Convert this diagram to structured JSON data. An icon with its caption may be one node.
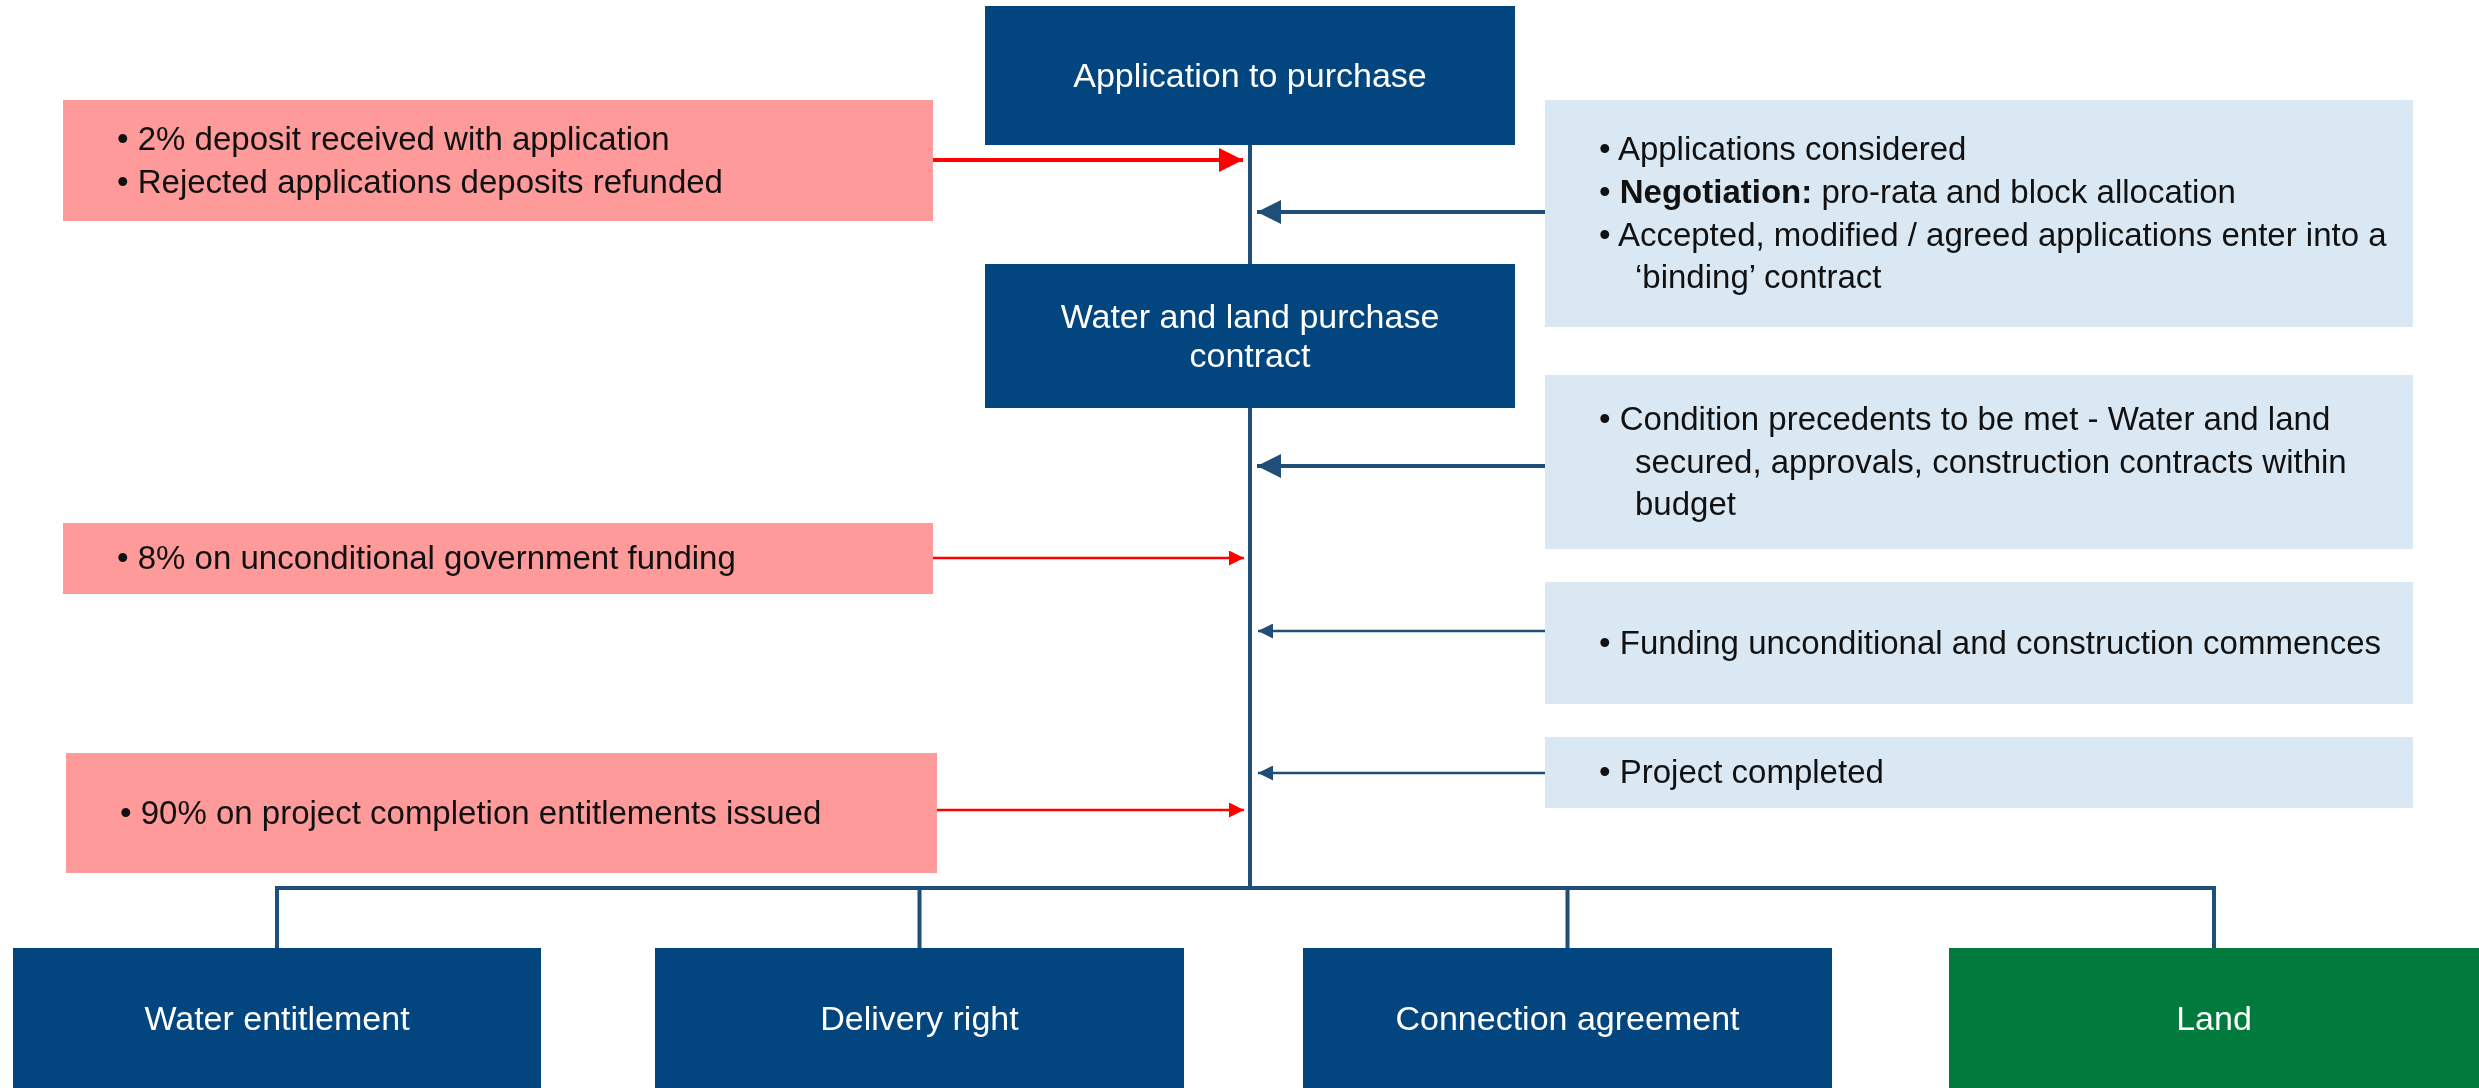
{
  "diagram": {
    "nodes": [
      {
        "text": [
          "Application to purchase"
        ]
      },
      {
        "text": [
          "• 2% deposit received with application",
          "• Rejected applications deposits refunded"
        ]
      },
      {
        "text": [
          "• Applications considered",
          "• **Negotiation:** pro-rata and block allocation",
          "• Accepted, modified / agreed applications enter into a ‘binding’ contract"
        ]
      },
      {
        "text": [
          "Water and land purchase contract"
        ]
      },
      {
        "text": [
          "• Condition precedents to be met - Water and land secured, approvals, construction contracts within budget"
        ]
      },
      {
        "text": [
          "• 8% on unconditional government funding"
        ]
      },
      {
        "text": [
          "• Funding unconditional and construction commences"
        ]
      },
      {
        "text": [
          "• Project completed"
        ]
      },
      {
        "text": [
          "• 90% on project completion entitlements issued"
        ]
      },
      {
        "text": [
          "Water entitlement"
        ]
      },
      {
        "text": [
          "Delivery right"
        ]
      },
      {
        "text": [
          "Connection agreement"
        ]
      },
      {
        "text": [
          "Land"
        ]
      }
    ],
    "edges": [
      {
        "from": 0,
        "to": 3,
        "arrow": "none"
      },
      {
        "from": 1,
        "to": 0,
        "arrow": "to",
        "color": "#ff0000"
      },
      {
        "from": 2,
        "to": 3,
        "arrow": "to"
      },
      {
        "from": 4,
        "to": 3,
        "arrow": "to"
      },
      {
        "from": 5,
        "to": null,
        "arrow": "to",
        "color": "#ff0000"
      },
      {
        "from": 6,
        "to": null,
        "arrow": "to"
      },
      {
        "from": 7,
        "to": null,
        "arrow": "to"
      },
      {
        "from": 8,
        "to": null,
        "arrow": "to",
        "color": "#ff0000"
      },
      {
        "from": 3,
        "to": 9,
        "arrow": "none"
      },
      {
        "from": 3,
        "to": 10,
        "arrow": "none"
      },
      {
        "from": 3,
        "to": 11,
        "arrow": "none"
      },
      {
        "from": 3,
        "to": 12,
        "arrow": "none"
      }
    ]
  }
}
